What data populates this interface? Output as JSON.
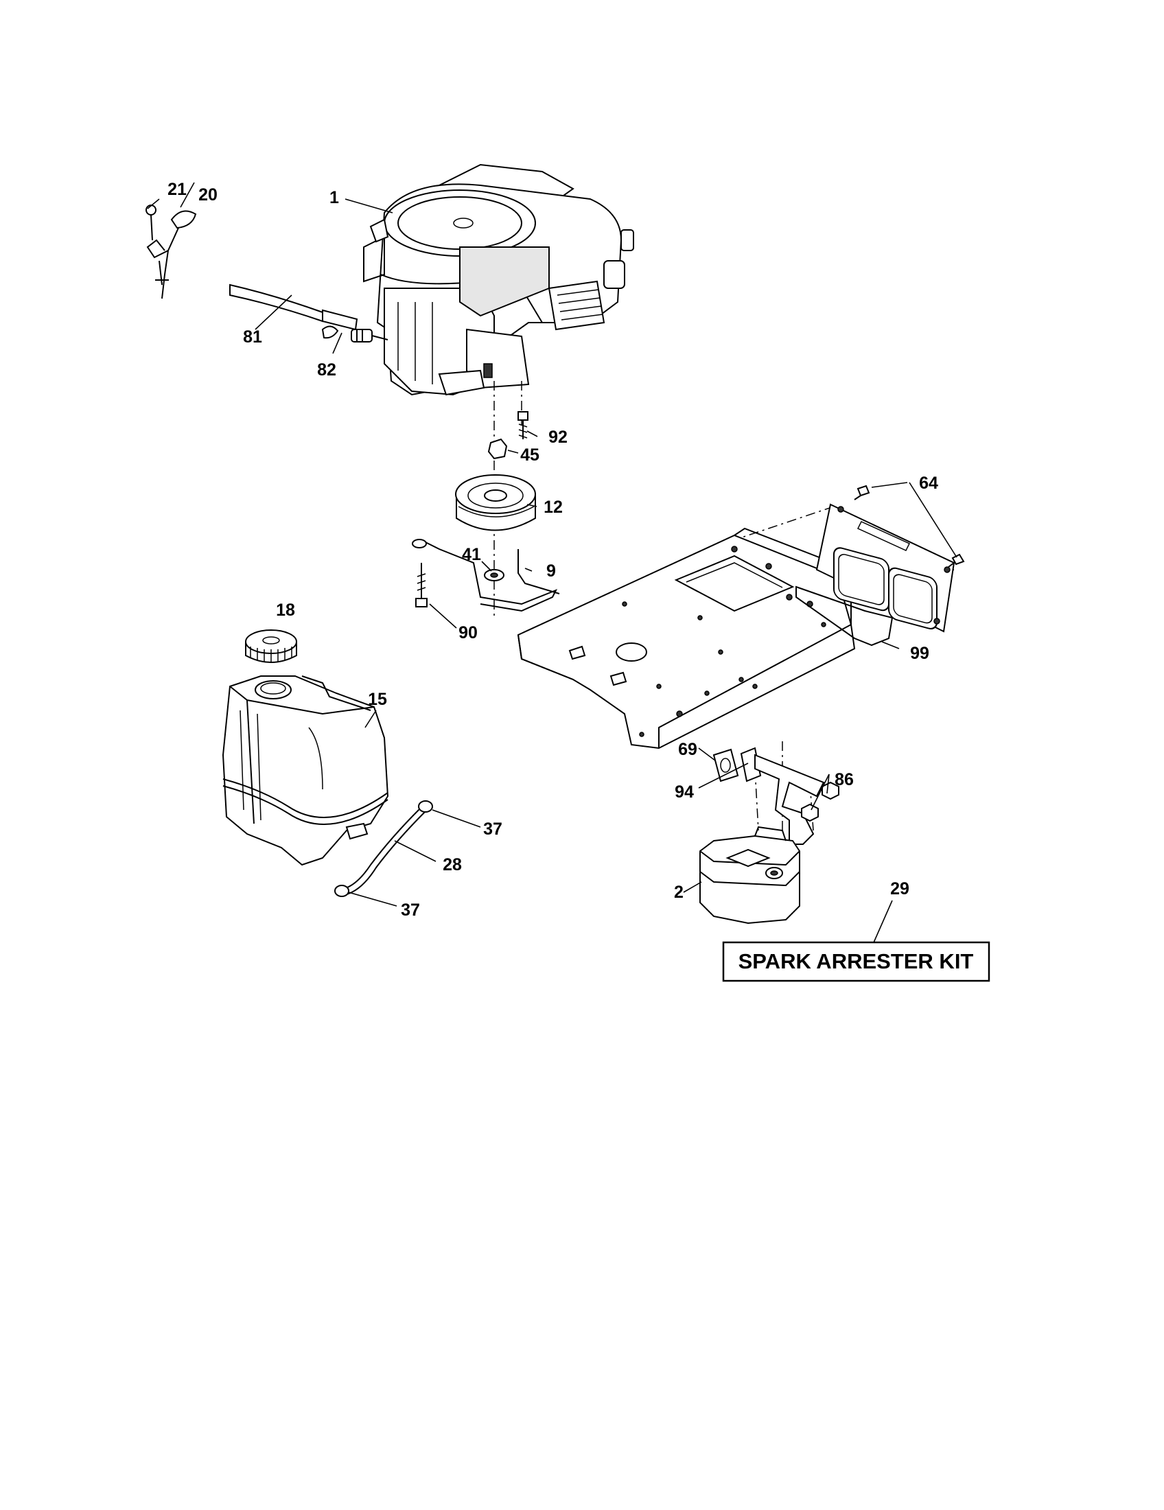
{
  "diagram": {
    "parts": [
      {
        "id": "p1",
        "label": "1"
      },
      {
        "id": "p20",
        "label": "20"
      },
      {
        "id": "p21",
        "label": "21"
      },
      {
        "id": "p81",
        "label": "81"
      },
      {
        "id": "p82",
        "label": "82"
      },
      {
        "id": "p92",
        "label": "92"
      },
      {
        "id": "p45",
        "label": "45"
      },
      {
        "id": "p12",
        "label": "12"
      },
      {
        "id": "p41",
        "label": "41"
      },
      {
        "id": "p9",
        "label": "9"
      },
      {
        "id": "p90",
        "label": "90"
      },
      {
        "id": "p64",
        "label": "64"
      },
      {
        "id": "p99",
        "label": "99"
      },
      {
        "id": "p18",
        "label": "18"
      },
      {
        "id": "p15",
        "label": "15"
      },
      {
        "id": "p37a",
        "label": "37"
      },
      {
        "id": "p28",
        "label": "28"
      },
      {
        "id": "p37b",
        "label": "37"
      },
      {
        "id": "p69",
        "label": "69"
      },
      {
        "id": "p94",
        "label": "94"
      },
      {
        "id": "p86",
        "label": "86"
      },
      {
        "id": "p2",
        "label": "2"
      },
      {
        "id": "p29",
        "label": "29"
      }
    ],
    "kit_box": {
      "label": "SPARK ARRESTER KIT"
    }
  }
}
